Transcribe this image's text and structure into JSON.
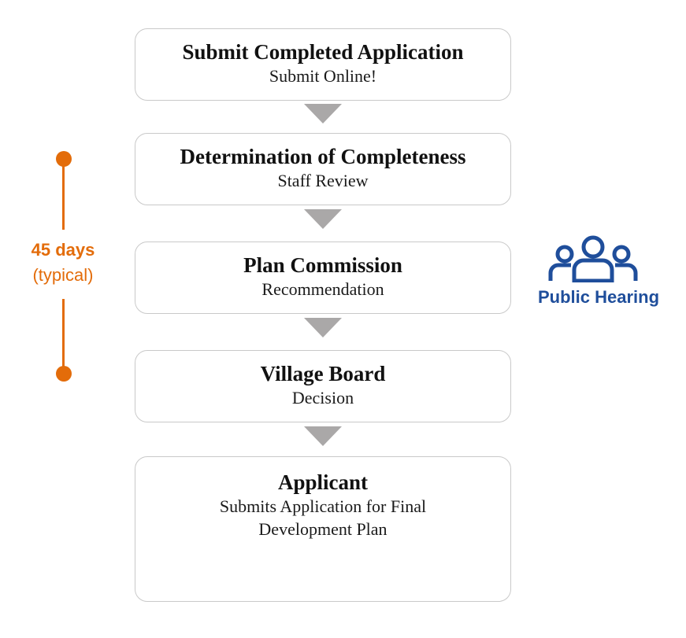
{
  "steps": [
    {
      "title": "Submit Completed Application",
      "subtitle": "Submit Online!"
    },
    {
      "title": "Determination of Completeness",
      "subtitle": "Staff Review"
    },
    {
      "title": "Plan Commission",
      "subtitle": "Recommendation"
    },
    {
      "title": "Village Board",
      "subtitle": "Decision"
    },
    {
      "title": "Applicant",
      "subtitle": "Submits Application for Final Development Plan"
    }
  ],
  "timeline": {
    "days": "45 days",
    "note": "(typical)"
  },
  "public_hearing": {
    "label": "Public Hearing",
    "icon": "people-group-icon"
  },
  "colors": {
    "accent_orange": "#e36c0a",
    "hearing_blue": "#1f4e9b",
    "arrow_gray": "#aaa8a8",
    "box_border": "#c9c9c9"
  }
}
